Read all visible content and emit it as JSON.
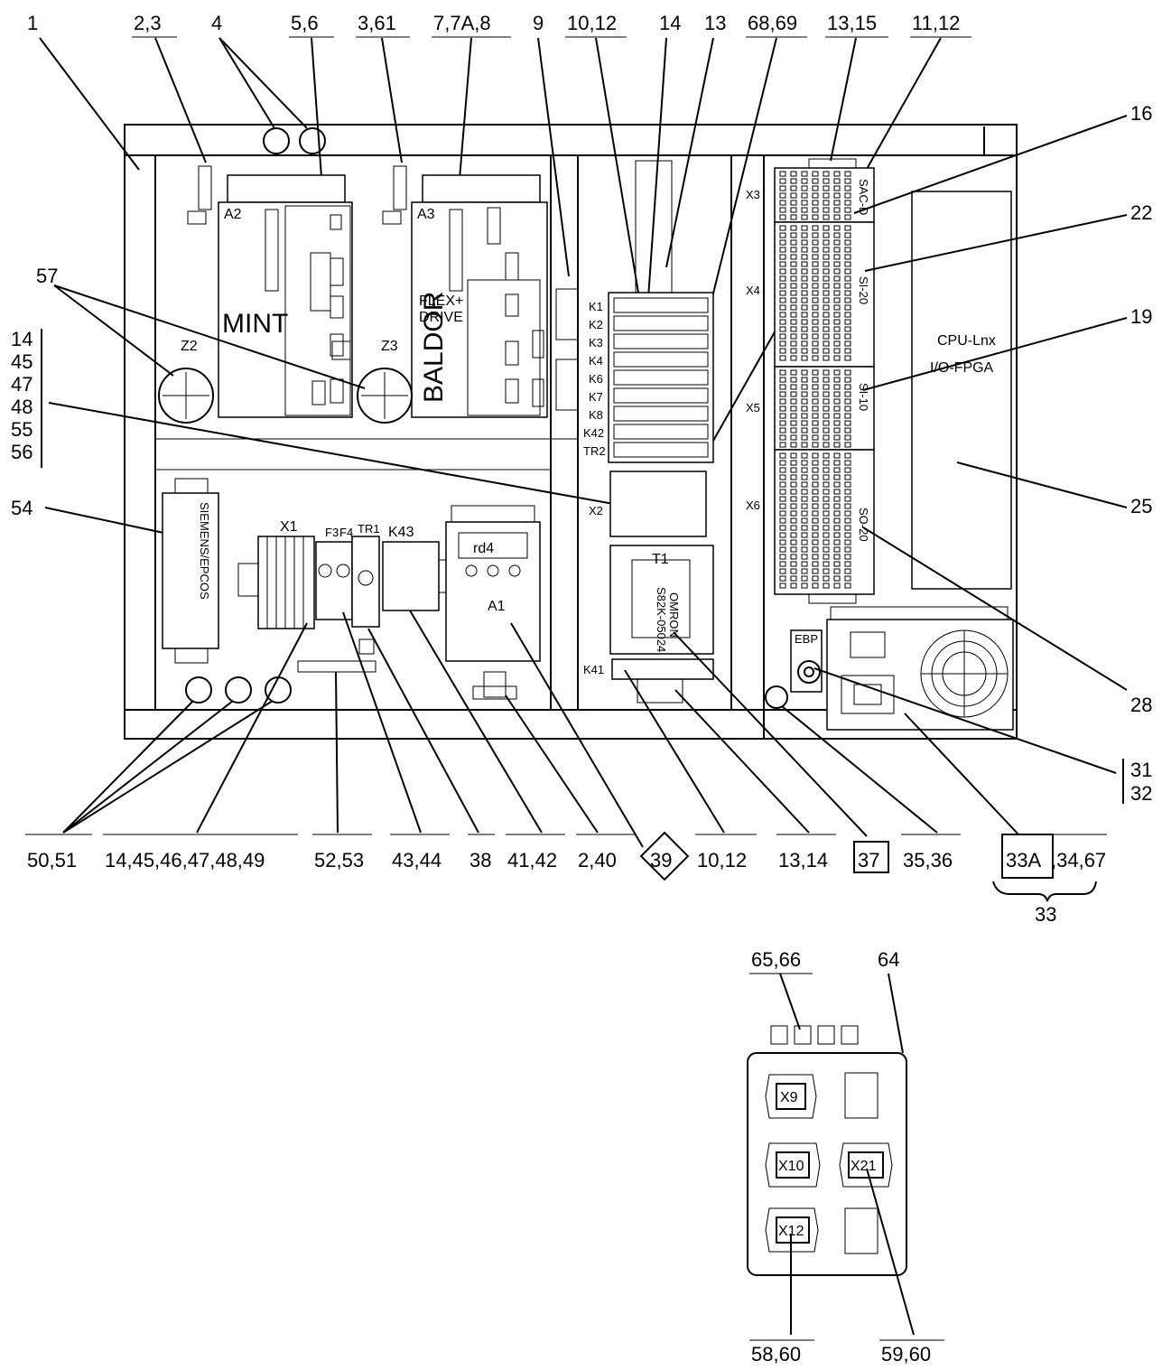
{
  "top_callouts": [
    "1",
    "2,3",
    "4",
    "5,6",
    "3,61",
    "7,7A,8",
    "9",
    "10,12",
    "14",
    "13",
    "68,69",
    "13,15",
    "11,12"
  ],
  "right_callouts": [
    "16",
    "22",
    "19",
    "25",
    "28",
    "31",
    "32"
  ],
  "left_callouts": [
    "57",
    "14",
    "45",
    "47",
    "48",
    "55",
    "56",
    "54"
  ],
  "bottom_callouts": [
    "50,51",
    "14,45,46,47,48,49",
    "52,53",
    "43,44",
    "38",
    "41,42",
    "2,40",
    "39",
    "10,12",
    "13,14",
    "37",
    "35,36",
    "33A",
    ",34,67",
    "33"
  ],
  "box_callouts": [
    "65,66",
    "64",
    "58,60",
    "59,60"
  ],
  "panel": {
    "drive_a2": "A2",
    "drive_a2_brand": "MINT",
    "drive_a3": "A3",
    "drive_a3_text1": "FLEX+",
    "drive_a3_text2": "DRIVE",
    "drive_a3_brand": "BALDOR",
    "z2": "Z2",
    "z3": "Z3",
    "relays": [
      "K1",
      "K2",
      "K3",
      "K4",
      "K6",
      "K7",
      "K8",
      "K42",
      "TR2"
    ],
    "x2": "X2",
    "t1": "T1",
    "omron1": "OMRON",
    "omron2": "S82K-05024",
    "k41": "K41",
    "x1": "X1",
    "f3": "F3",
    "f4": "F4",
    "tr1": "TR1",
    "k43": "K43",
    "a1": "A1",
    "a1_display": "rd4",
    "filter_text": "SIEMENS/EPCOS",
    "io_labels": [
      "X3",
      "X4",
      "X5",
      "X6"
    ],
    "cpu1": "CPU-Lnx",
    "cpu2": "I/O-FPGA",
    "si20": "SI-20",
    "si10": "SI-10",
    "so20": "SO-20",
    "sac": "SAC-D",
    "ebp": "EBP"
  },
  "box": {
    "connectors": [
      "X9",
      "X10",
      "X21",
      "X12"
    ]
  }
}
